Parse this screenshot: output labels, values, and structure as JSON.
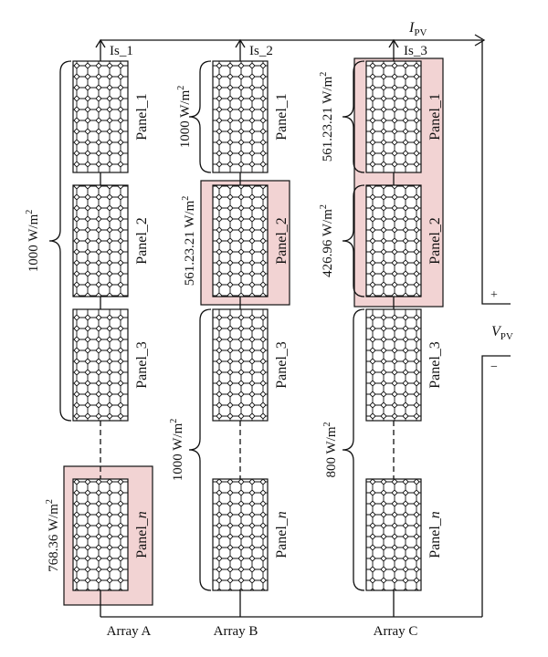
{
  "current": {
    "symbol": "I",
    "sub": "PV"
  },
  "voltage": {
    "symbol": "V",
    "sub": "PV",
    "plus": "+",
    "minus": "−"
  },
  "strings": {
    "a": "Is_1",
    "b": "Is_2",
    "c": "Is_3"
  },
  "arrays": {
    "a": "Array A",
    "b": "Array B",
    "c": "Array C"
  },
  "panels": {
    "p1": "Panel_1",
    "p2": "Panel_2",
    "p3": "Panel_3",
    "pn_base": "Panel_",
    "pn_italic": "n"
  },
  "irradiance": {
    "a_top": "1000 W/m",
    "a_bottom": "768.36 W/m",
    "b_top": "1000 W/m",
    "b_mid": "561.23.21 W/m",
    "b_bottom": "1000 W/m",
    "c_top": "561.23.21 W/m",
    "c_mid": "426.96 W/m",
    "c_bottom": "800 W/m",
    "exponent": "2"
  },
  "colors": {
    "shaded_fill": "#f2d3d3",
    "line": "#111111"
  }
}
